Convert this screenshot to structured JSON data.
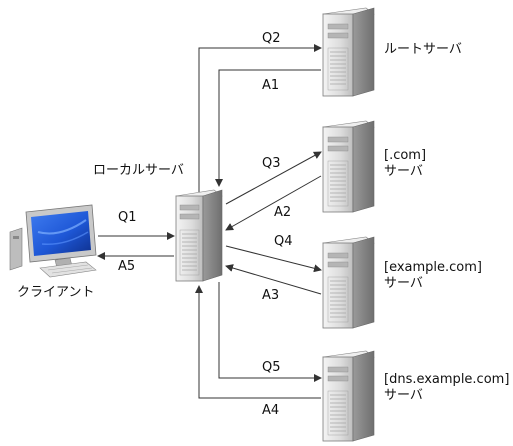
{
  "local_server": {
    "label": "ローカルサーバ"
  },
  "client": {
    "label": "クライアント"
  },
  "servers": [
    {
      "key": "root",
      "line1": "ルートサーバ",
      "line2": ""
    },
    {
      "key": "com",
      "line1": "[.com]",
      "line2": "サーバ"
    },
    {
      "key": "example",
      "line1": "[example.com]",
      "line2": "サーバ"
    },
    {
      "key": "dns",
      "line1": "[dns.example.com]",
      "line2": "サーバ"
    }
  ],
  "messages": {
    "q1": "Q1",
    "a5": "A5",
    "q2": "Q2",
    "a1": "A1",
    "q3": "Q3",
    "a2": "A2",
    "q4": "Q4",
    "a3": "A3",
    "q5": "Q5",
    "a4": "A4"
  },
  "colors": {
    "arrow": "#333333",
    "server_body": "#d8d8d8",
    "server_dark": "#8a8a8a",
    "monitor_screen": "#1e57d6",
    "monitor_frame": "#c8c8c8"
  }
}
